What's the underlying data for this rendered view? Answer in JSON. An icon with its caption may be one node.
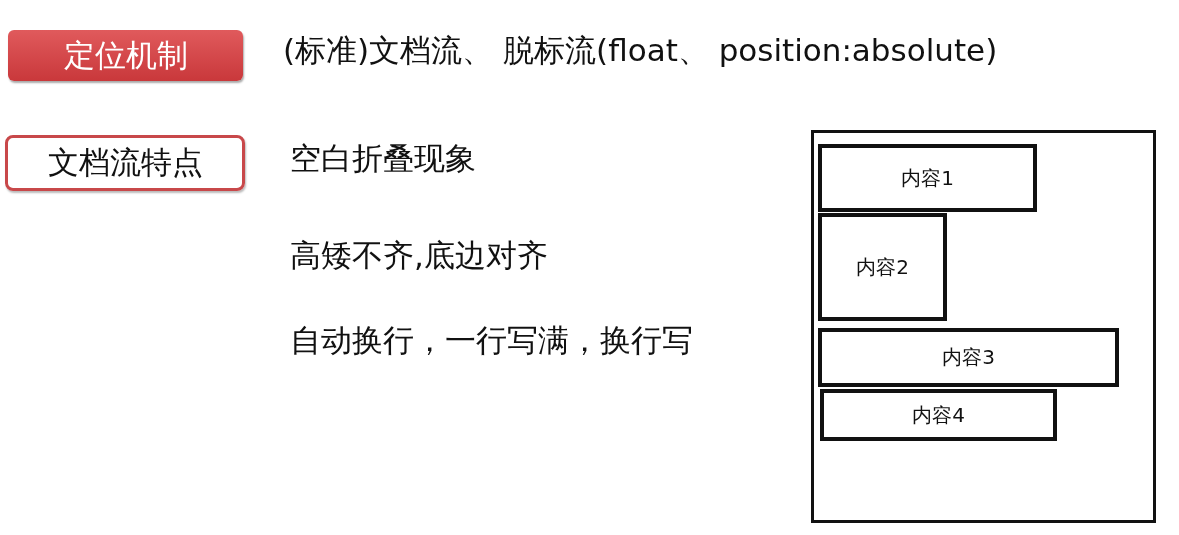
{
  "diagram": {
    "nodes": [
      {
        "text": [
          "定位机制"
        ]
      },
      {
        "text": [
          "文档流特点"
        ]
      },
      {
        "text": [],
        "shape": "box"
      },
      {
        "text": [
          "内容1"
        ],
        "in": 2
      },
      {
        "text": [
          "内容2"
        ],
        "in": 2
      },
      {
        "text": [
          "内容3"
        ],
        "in": 2
      },
      {
        "text": [
          "内容4"
        ],
        "in": 2
      }
    ],
    "labels": [
      "(标准)文档流、 脱标流(float、 position:absolute)",
      "空白折叠现象",
      "高矮不齐,底边对齐",
      "自动换行，一行写满，换行写"
    ]
  }
}
